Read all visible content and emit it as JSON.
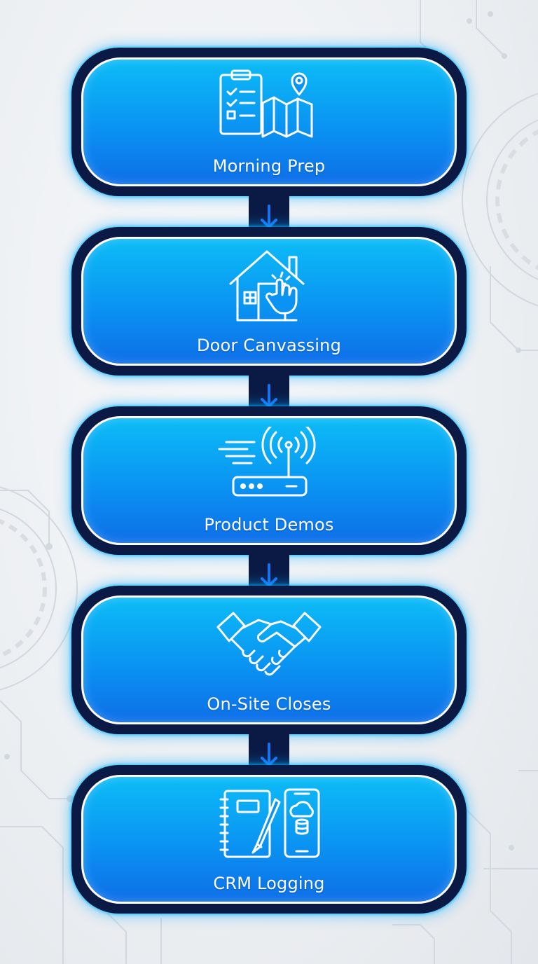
{
  "steps": [
    {
      "label": "Morning Prep",
      "icon": "checklist-map-icon"
    },
    {
      "label": "Door Canvassing",
      "icon": "house-door-knock-icon"
    },
    {
      "label": "Product Demos",
      "icon": "wifi-router-icon"
    },
    {
      "label": "On-Site Closes",
      "icon": "handshake-icon"
    },
    {
      "label": "CRM Logging",
      "icon": "notebook-phone-cloud-icon"
    }
  ],
  "colors": {
    "card_top": "#0cbcf7",
    "card_bottom": "#0e6ee8",
    "frame": "#0b1a45",
    "arrow": "#1e6ff0",
    "glow": "#00aaff"
  }
}
